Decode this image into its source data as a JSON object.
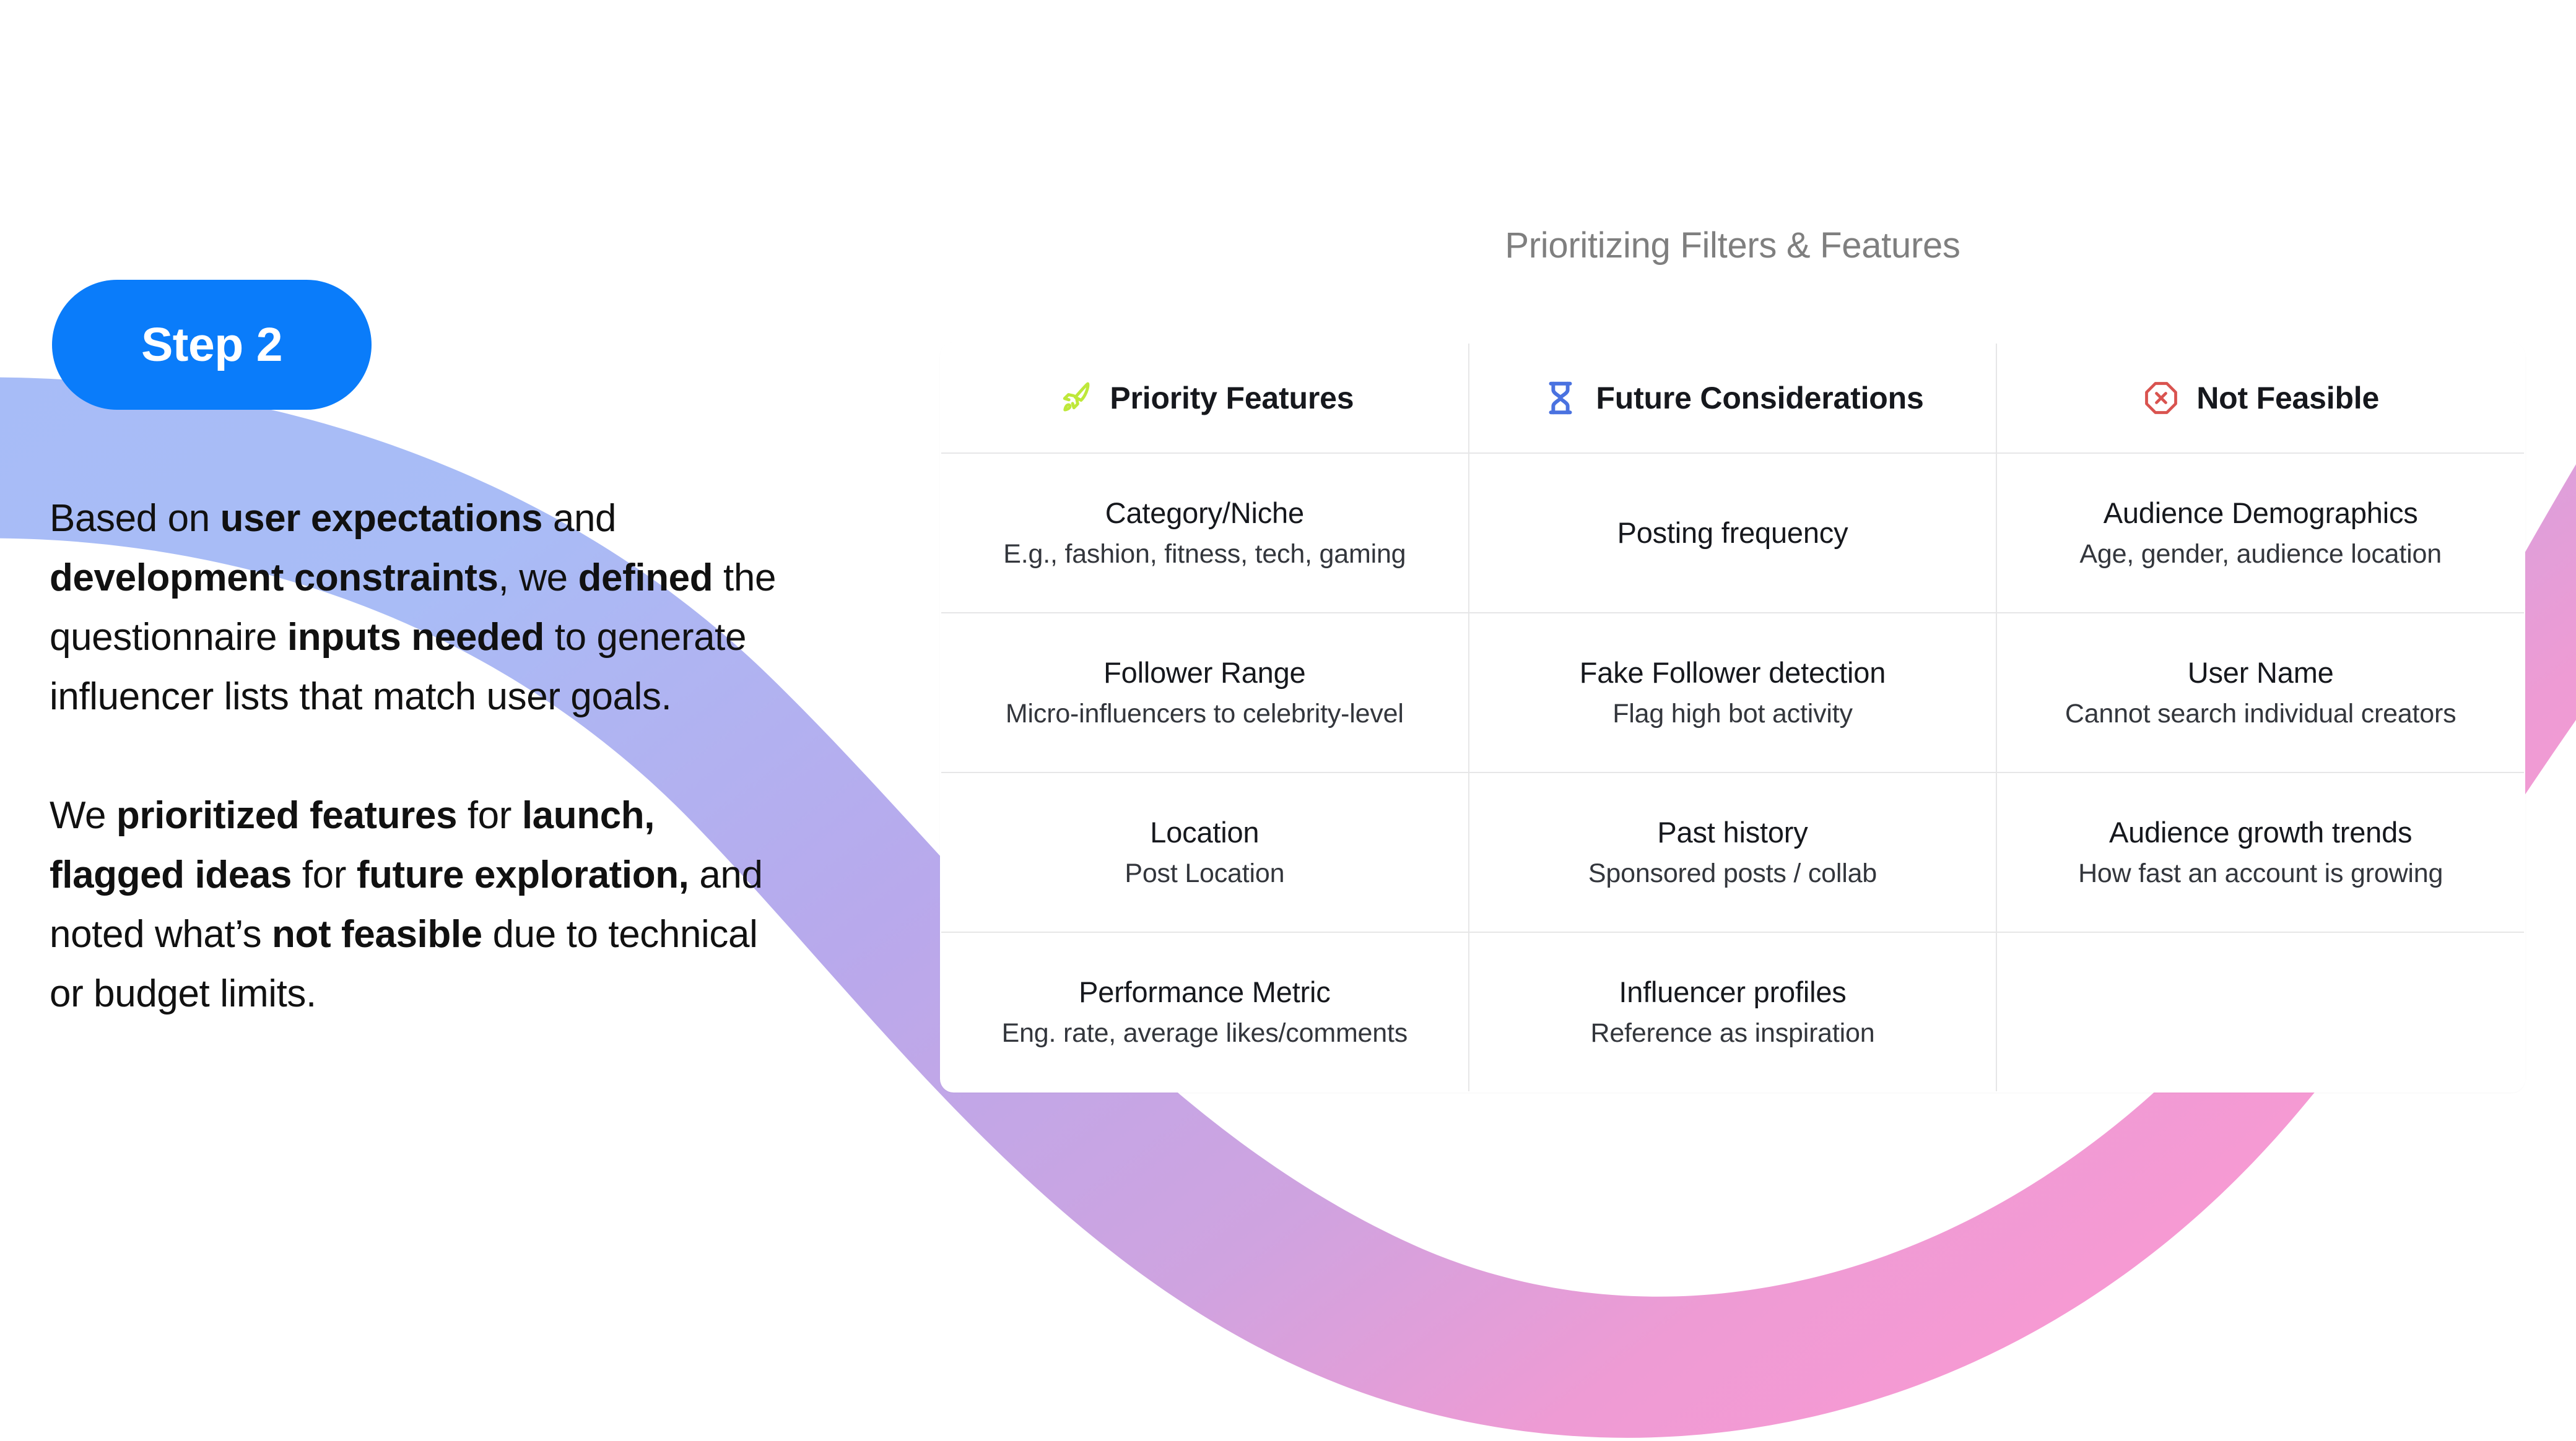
{
  "badge": {
    "label": "Step 2",
    "color": "#0A7CFA"
  },
  "body_copy": {
    "paragraph_1": {
      "segments": [
        {
          "text": "Based on ",
          "bold": false
        },
        {
          "text": "user expectations",
          "bold": true
        },
        {
          "text": " and ",
          "bold": false
        },
        {
          "text": "development constraints",
          "bold": true
        },
        {
          "text": ", we ",
          "bold": false
        },
        {
          "text": "defined",
          "bold": true
        },
        {
          "text": " the questionnaire ",
          "bold": false
        },
        {
          "text": "inputs needed",
          "bold": true
        },
        {
          "text": " to generate influencer lists that match user goals.",
          "bold": false
        }
      ]
    },
    "paragraph_2": {
      "segments": [
        {
          "text": "We ",
          "bold": false
        },
        {
          "text": "prioritized features",
          "bold": true
        },
        {
          "text": " for ",
          "bold": false
        },
        {
          "text": "launch,",
          "bold": true
        },
        {
          "text": " ",
          "bold": false
        },
        {
          "text": "flagged ideas",
          "bold": true
        },
        {
          "text": " for ",
          "bold": false
        },
        {
          "text": "future exploration,",
          "bold": true
        },
        {
          "text": " and noted what’s ",
          "bold": false
        },
        {
          "text": "not feasible",
          "bold": true
        },
        {
          "text": " due to technical or budget limits.",
          "bold": false
        }
      ]
    }
  },
  "table": {
    "title": "Prioritizing Filters & Features",
    "columns": [
      {
        "label": "Priority Features",
        "icon": "rocket-icon",
        "icon_color": "#BEE83A"
      },
      {
        "label": "Future Considerations",
        "icon": "hourglass-icon",
        "icon_color": "#4A72E0"
      },
      {
        "label": "Not Feasible",
        "icon": "octagon-x-icon",
        "icon_color": "#D9534F"
      }
    ],
    "rows": [
      [
        {
          "title": "Category/Niche",
          "sub": "E.g., fashion, fitness, tech, gaming"
        },
        {
          "title": "Posting frequency",
          "sub": ""
        },
        {
          "title": "Audience Demographics",
          "sub": "Age, gender, audience location"
        }
      ],
      [
        {
          "title": "Follower Range",
          "sub": "Micro-influencers to celebrity-level"
        },
        {
          "title": "Fake Follower detection",
          "sub": "Flag high bot activity"
        },
        {
          "title": "User Name",
          "sub": "Cannot search individual creators"
        }
      ],
      [
        {
          "title": "Location",
          "sub": "Post Location"
        },
        {
          "title": "Past history",
          "sub": "Sponsored posts / collab"
        },
        {
          "title": "Audience growth trends",
          "sub": "How fast an account is growing"
        }
      ],
      [
        {
          "title": "Performance Metric",
          "sub": "Eng. rate, average likes/comments"
        },
        {
          "title": "Influencer profiles",
          "sub": "Reference as inspiration"
        },
        {
          "title": "",
          "sub": ""
        }
      ]
    ]
  },
  "decor": {
    "ribbon_colors": {
      "start": "#9FB6F5",
      "mid": "#C3A9E8",
      "end": "#F79AD3"
    }
  }
}
